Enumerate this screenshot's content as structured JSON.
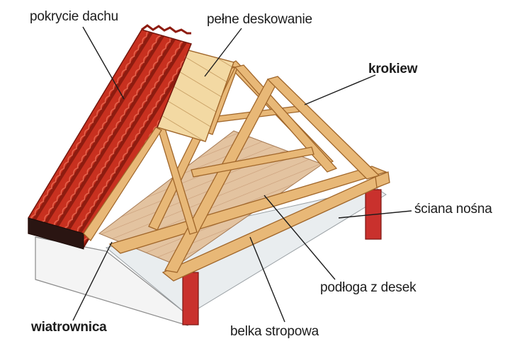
{
  "labels": {
    "roof_covering": "pokrycie dachu",
    "full_boarding": "pełne deskowanie",
    "rafter": "krokiew",
    "load_bearing_wall": "ściana nośna",
    "plank_floor": "podłoga z desek",
    "ceiling_beam": "belka stropowa",
    "wind_board": "wiatrownica"
  },
  "colors": {
    "tile": "#c8301f",
    "tile_dark": "#8e1c10",
    "timber": "#e8b877",
    "timber_edge": "#a0662a",
    "boarding": "#f3d9a3",
    "floor": "#e6c6a2",
    "wall": "#c9312d",
    "leader": "#1c1c1c"
  }
}
